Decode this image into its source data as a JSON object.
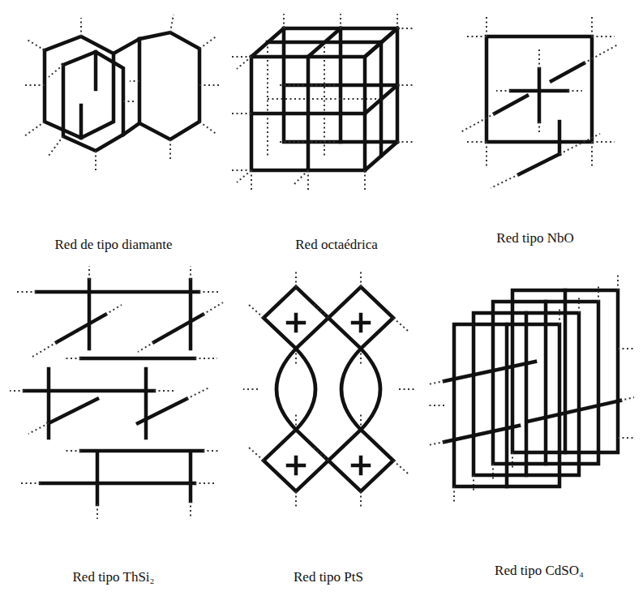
{
  "diagram": {
    "labels": [
      "Red de tipo diamante",
      "Red octaédrica",
      "Red tipo NbO",
      "Red tipo ThSi₂",
      "Red tipo PtS",
      "Red tipo CdSO₄"
    ]
  }
}
